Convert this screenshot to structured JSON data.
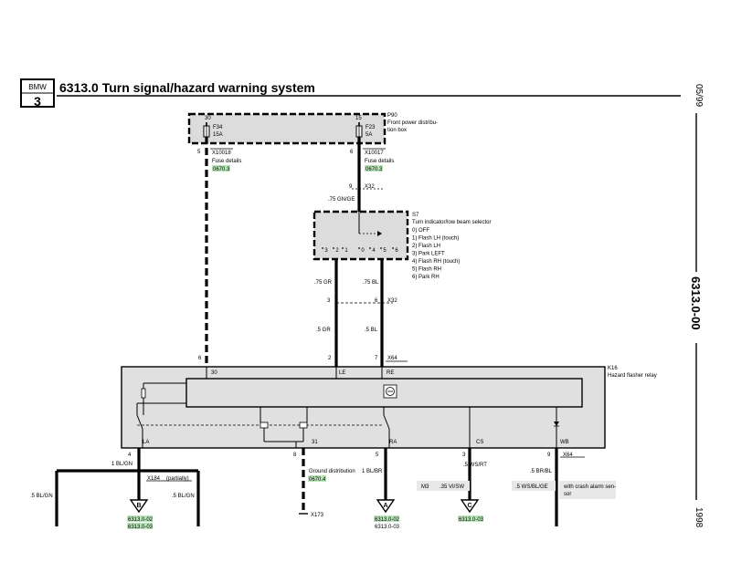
{
  "header": {
    "brand_badge": "BMW",
    "series_badge": "3",
    "title": "6313.0 Turn signal/hazard warning system"
  },
  "side": {
    "date": "05/99",
    "code": "6313.0-00",
    "year": "1998"
  },
  "fusebox": {
    "name": "P90",
    "desc_line1": "Front power distribu-",
    "desc_line2": "tion box",
    "fuse_left": {
      "pin": "30",
      "id": "F34",
      "rating": "15A"
    },
    "fuse_right": {
      "pin": "15",
      "id": "F23",
      "rating": "5A"
    }
  },
  "connectors": {
    "x10018": {
      "pin": "5",
      "id": "X10018",
      "label": "Fuse details",
      "ref": "0670.3"
    },
    "x10017": {
      "pin": "6",
      "id": "X10017",
      "label": "Fuse details",
      "ref": "0670.3"
    },
    "x32_top": {
      "pin": "9",
      "id": "X32"
    },
    "x32_mid": {
      "pin_left": "3",
      "pin_right": "6",
      "id": "X32"
    },
    "x64_top": {
      "pin_30": "6",
      "pin_le": "2",
      "pin_re": "7",
      "id": "X64"
    },
    "x64_bottom": {
      "pin_la": "4",
      "pin_31": "8",
      "pin_ra": "5",
      "pin_cs": "3",
      "pin_wb": "9",
      "id": "X64"
    }
  },
  "wires": {
    "gn_ge": ".75 GN/GE",
    "gr_upper": ".75 GR",
    "bl_upper": ".75 BL",
    "gr_lower": ".5 GR",
    "bl_lower": ".5 BL",
    "bl_gn_main": "1 BL/GN",
    "bl_gn_left": ".5 BL/GN",
    "bl_gn_right": ".5 BL/GN",
    "bl_br": "1 BL/BR",
    "ws_rt": ".5 WS/RT",
    "vi_sw": ".35 VI/SW",
    "m3": "M3",
    "br_bl": ".5 BR/BL",
    "ws_bl_ge": ".5 WS/BL/GE"
  },
  "switch": {
    "name": "S7",
    "title": "Turn indicator/low beam selector",
    "positions": [
      "0)  OFF",
      "1)  Flash LH (touch)",
      "2)  Flash LH",
      "3)  Park LEFT",
      "4)  Flash RH (touch)",
      "5)  Flash RH",
      "6)  Park RH"
    ],
    "pins": [
      "3",
      "2",
      "1",
      "0",
      "4",
      "5",
      "6"
    ]
  },
  "relay": {
    "name": "K16",
    "desc": "Hazard flasher relay",
    "pin_30": "30",
    "pin_le": "LE",
    "pin_re": "RE",
    "pin_la": "LA",
    "pin_31": "31",
    "pin_ra": "RA",
    "pin_cs": "CS",
    "pin_wb": "WB"
  },
  "bottom": {
    "x184": "X184",
    "x184_note": "(partially)",
    "ground_label": "Ground distribution",
    "ground_ref": "0670.4",
    "x173": "X173",
    "crash_line1": "with crash alarm sen-",
    "crash_line2": "sor",
    "arrow_b": {
      "letter": "B",
      "ref1": "6313.0-02",
      "ref2": "6313.0-03"
    },
    "arrow_a": {
      "letter": "A",
      "ref1": "6313.0-02",
      "ref2": "6313.0-03"
    },
    "arrow_c": {
      "letter": "C",
      "ref1": "6313.0-03"
    }
  }
}
